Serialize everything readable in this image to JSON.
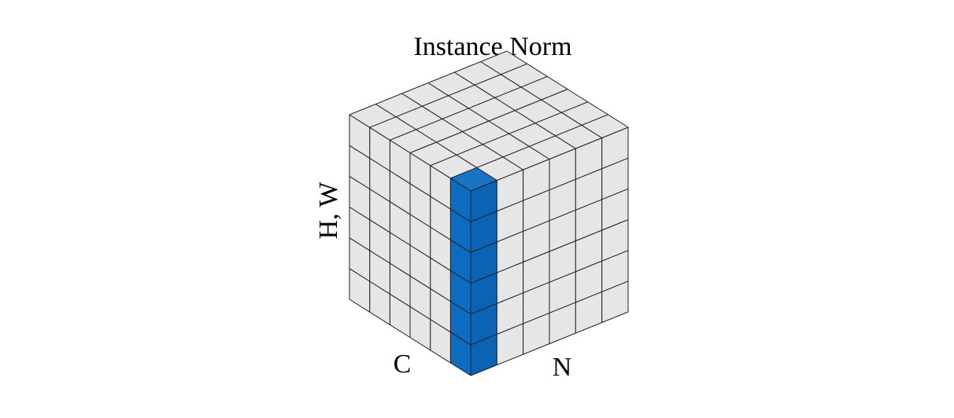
{
  "title": "Instance Norm",
  "axes": {
    "vertical_label": "H, W",
    "left_label": "C",
    "right_label": "N"
  },
  "cube": {
    "n_channels": 6,
    "n_batch": 6,
    "n_spatial": 6,
    "highlighted_column": {
      "channel_index": 0,
      "batch_index": 0
    },
    "colors": {
      "cell_fill": "#e6e6e6",
      "cell_stroke": "#222222",
      "highlight_front": "#0b6cc1",
      "highlight_right": "#0a63b4",
      "highlight_top": "#1a74c6"
    }
  }
}
